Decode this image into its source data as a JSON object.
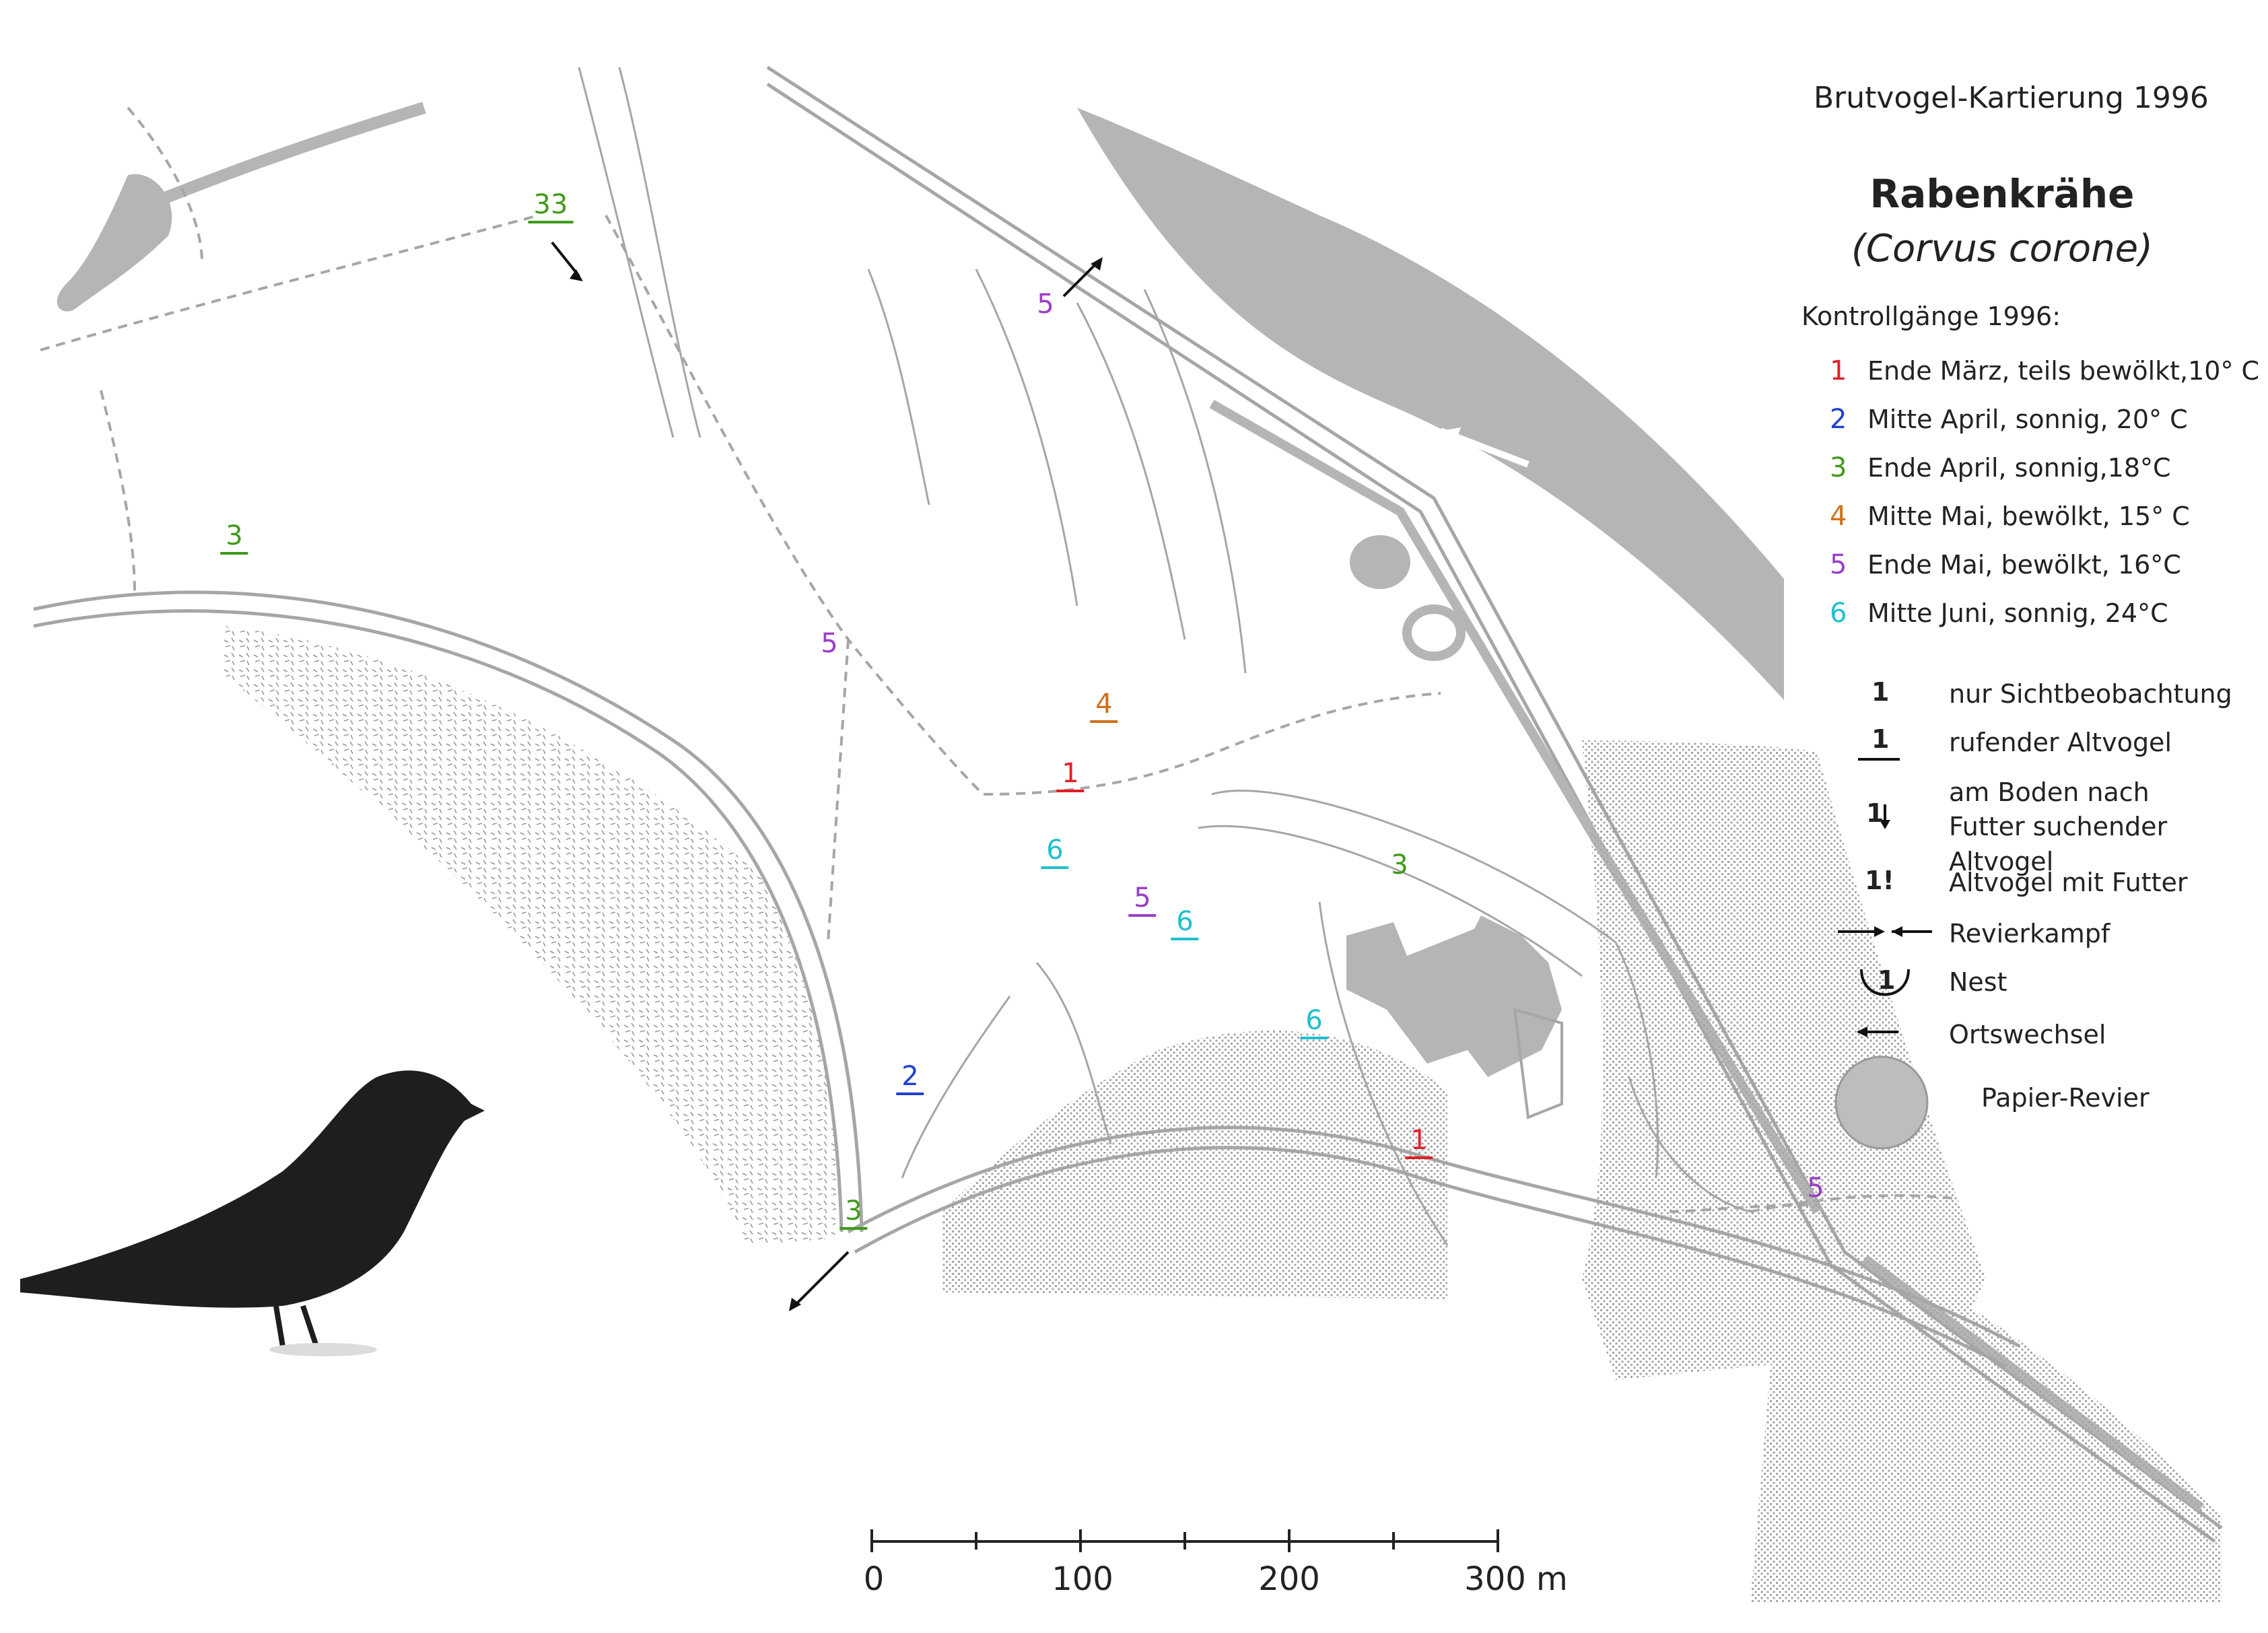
{
  "header": {
    "survey_title": "Brutvogel-Kartierung 1996",
    "species_name": "Rabenkrähe",
    "species_latin": "(Corvus corone)"
  },
  "legend": {
    "visits_title": "Kontrollgänge 1996:",
    "visits": [
      {
        "num": "1",
        "label": "Ende März, teils bewölkt,10° C",
        "color": "#e01f26"
      },
      {
        "num": "2",
        "label": "Mitte April, sonnig, 20° C",
        "color": "#1f3fcf"
      },
      {
        "num": "3",
        "label": "Ende April, sonnig,18°C",
        "color": "#3f9a1a"
      },
      {
        "num": "4",
        "label": "Mitte Mai, bewölkt, 15° C",
        "color": "#d0701a"
      },
      {
        "num": "5",
        "label": "Ende Mai, bewölkt, 16°C",
        "color": "#9a3fc8"
      },
      {
        "num": "6",
        "label": "Mitte Juni, sonnig, 24°C",
        "color": "#1fbfcf"
      }
    ],
    "symbols": [
      {
        "glyph": "1",
        "label": "nur Sichtbeobachtung"
      },
      {
        "glyph": "1",
        "label": "rufender Altvogel"
      },
      {
        "glyph": "1",
        "label": "am Boden nach Futter suchender Altvogel"
      },
      {
        "glyph": "1!",
        "label": "Altvogel mit Futter"
      },
      {
        "glyph": "",
        "label": "Revierkampf"
      },
      {
        "glyph": "1",
        "label": "Nest"
      },
      {
        "glyph": "",
        "label": "Ortswechsel"
      },
      {
        "glyph": "",
        "label": "Papier-Revier"
      }
    ]
  },
  "observations": [
    {
      "text": "33",
      "color": "#3f9a1a"
    },
    {
      "text": "5",
      "color": "#9a3fc8"
    },
    {
      "text": "3",
      "color": "#3f9a1a"
    },
    {
      "text": "5",
      "color": "#9a3fc8"
    },
    {
      "text": "4",
      "color": "#d0701a"
    },
    {
      "text": "1",
      "color": "#e01f26"
    },
    {
      "text": "6",
      "color": "#1fbfcf"
    },
    {
      "text": "5",
      "color": "#9a3fc8"
    },
    {
      "text": "6",
      "color": "#1fbfcf"
    },
    {
      "text": "3",
      "color": "#3f9a1a"
    },
    {
      "text": "6",
      "color": "#1fbfcf"
    },
    {
      "text": "2",
      "color": "#1f3fcf"
    },
    {
      "text": "1",
      "color": "#e01f26"
    },
    {
      "text": "3",
      "color": "#3f9a1a"
    },
    {
      "text": "5",
      "color": "#9a3fc8"
    }
  ],
  "scale_bar": {
    "labels": [
      "0",
      "100",
      "200",
      "300 m"
    ]
  },
  "colors": {
    "map_gray": "#b5b5b5",
    "line_gray": "#a6a6a6",
    "stipple_gray": "#9a9a9a",
    "text": "#222222"
  }
}
